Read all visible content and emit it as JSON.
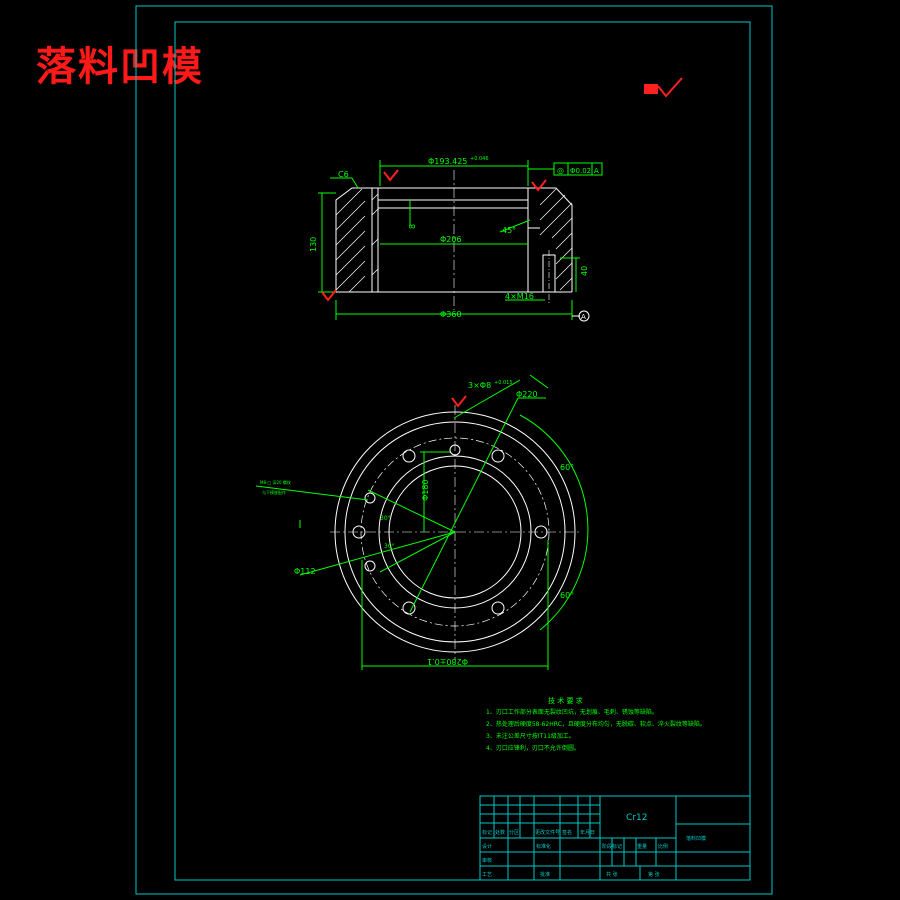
{
  "drawing": {
    "title": "落料凹模",
    "material": "Cr12",
    "part_name_label": "落料凹模",
    "section_view": {
      "dim_bore": "Φ193.425",
      "dim_bore_tol": "+0.046",
      "dim_outer": "Φ360",
      "dim_inner": "Φ206",
      "dim_height": "130",
      "dim_depth": "40",
      "dim_step": "8",
      "dim_chamfer": "C6",
      "angle": "45°",
      "threads": "4×M16",
      "datum": "A",
      "tolerance_frame": [
        "◎",
        "Φ0.02",
        "A"
      ]
    },
    "plan_view": {
      "holes": "3×Φ8",
      "holes_tol": "+0.015",
      "dim_220": "Φ220",
      "dim_112": "Φ112",
      "dim_bolt_circle": "Φ280±0.1",
      "dim_radial": "Φ180",
      "angle_60_a": "60°",
      "angle_60_b": "60°",
      "angle_30": "30°",
      "angle_30b": "30°",
      "callout_1": "M8-□  深20 螺纹",
      "callout_2": "与下模座配作"
    },
    "tech_notes": {
      "heading": "技 术 要 求",
      "items": [
        "1、刃口工作部分表面无裂纹凹坑，无划痕、毛刺、锈蚀等缺陷。",
        "2、热处理后硬度58-62HRC，且硬度分布均匀，无脱碳、软点、淬火裂纹等缺陷。",
        "3、未注公差尺寸按IT11级加工。",
        "4、刃口应锋利，刃口不允许倒圆。"
      ]
    },
    "title_block": {
      "row1": [
        "标记",
        "处数",
        "分区",
        "更改文件号",
        "签名",
        "年月日"
      ],
      "row2_a": "设计",
      "row2_b": "标准化",
      "stage_labels": [
        "阶段标记",
        "重量",
        "比例"
      ],
      "row3_a": "审核",
      "row4_a": "工艺",
      "row4_b": "批准",
      "bottom_right": [
        "共 张",
        "第 张"
      ]
    }
  }
}
